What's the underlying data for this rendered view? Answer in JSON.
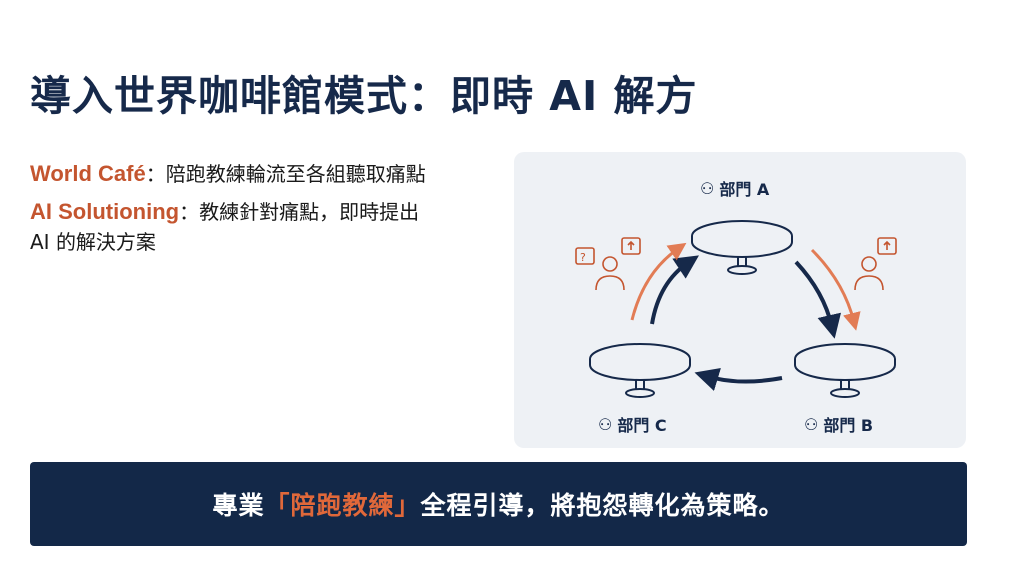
{
  "title": "導入世界咖啡館模式：即時 AI 解方",
  "bullets": [
    {
      "term": "World Café",
      "text": "：陪跑教練輪流至各組聽取痛點"
    },
    {
      "term": "AI Solutioning",
      "text": "：教練針對痛點，即時提出",
      "text2": "AI 的解決方案"
    }
  ],
  "diagram": {
    "departments": {
      "a": "部門 A",
      "b": "部門 B",
      "c": "部門 C"
    },
    "icons": [
      "people-icon",
      "table-icon",
      "coach-icon",
      "question-bubble-icon",
      "idea-bubble-icon"
    ]
  },
  "banner": {
    "before": "專業",
    "highlight": "「陪跑教練」",
    "after": "全程引導，將抱怨轉化為策略。"
  },
  "colors": {
    "navy": "#16294a",
    "orange": "#c4552f",
    "panel": "#eef1f5",
    "banner": "#132848"
  }
}
